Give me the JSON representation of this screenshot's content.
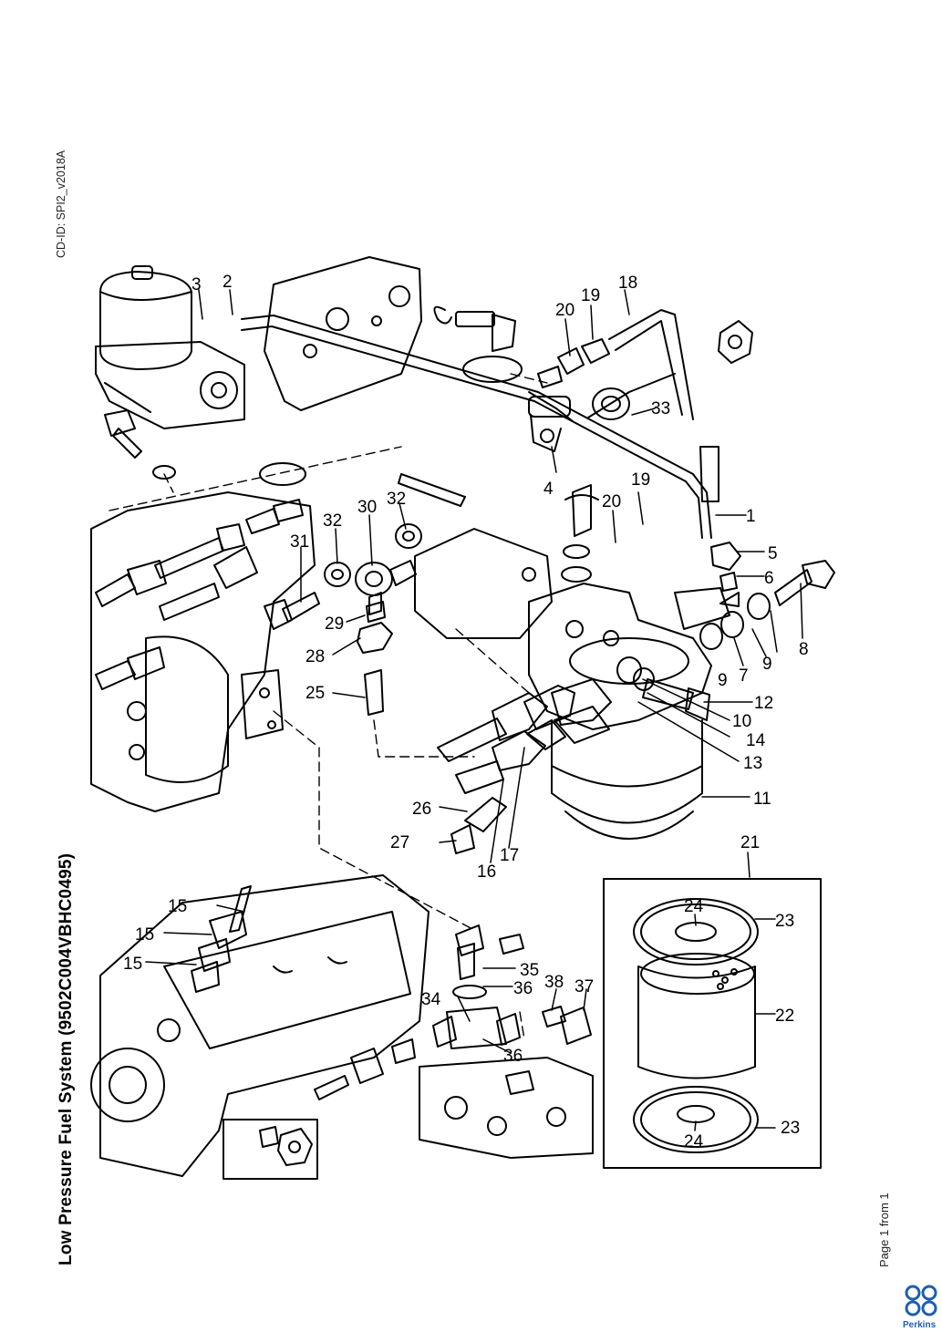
{
  "document": {
    "cd_id": "CD-ID: SPI2_v2018A",
    "title": "Low Pressure Fuel System (9502C004VBHC0495)",
    "page_info": "Page 1 from 1",
    "brand": "Perkins",
    "brand_color": "#1c5fb0",
    "line_color": "#000000"
  },
  "callouts": {
    "c1": "1",
    "c2": "2",
    "c3": "3",
    "c4": "4",
    "c5": "5",
    "c6": "6",
    "c7": "7",
    "c8": "8",
    "c9a": "9",
    "c9b": "9",
    "c10": "10",
    "c11": "11",
    "c12": "12",
    "c13": "13",
    "c14": "14",
    "c15a": "15",
    "c15b": "15",
    "c15c": "15",
    "c16": "16",
    "c17": "17",
    "c18": "18",
    "c19a": "19",
    "c19b": "19",
    "c20a": "20",
    "c20b": "20",
    "c21": "21",
    "c22": "22",
    "c23a": "23",
    "c23b": "23",
    "c24a": "24",
    "c24b": "24",
    "c25": "25",
    "c26": "26",
    "c27": "27",
    "c28": "28",
    "c29": "29",
    "c30": "30",
    "c31": "31",
    "c32a": "32",
    "c32b": "32",
    "c33": "33",
    "c34": "34",
    "c35": "35",
    "c36a": "36",
    "c36b": "36",
    "c37": "37",
    "c38": "38"
  }
}
